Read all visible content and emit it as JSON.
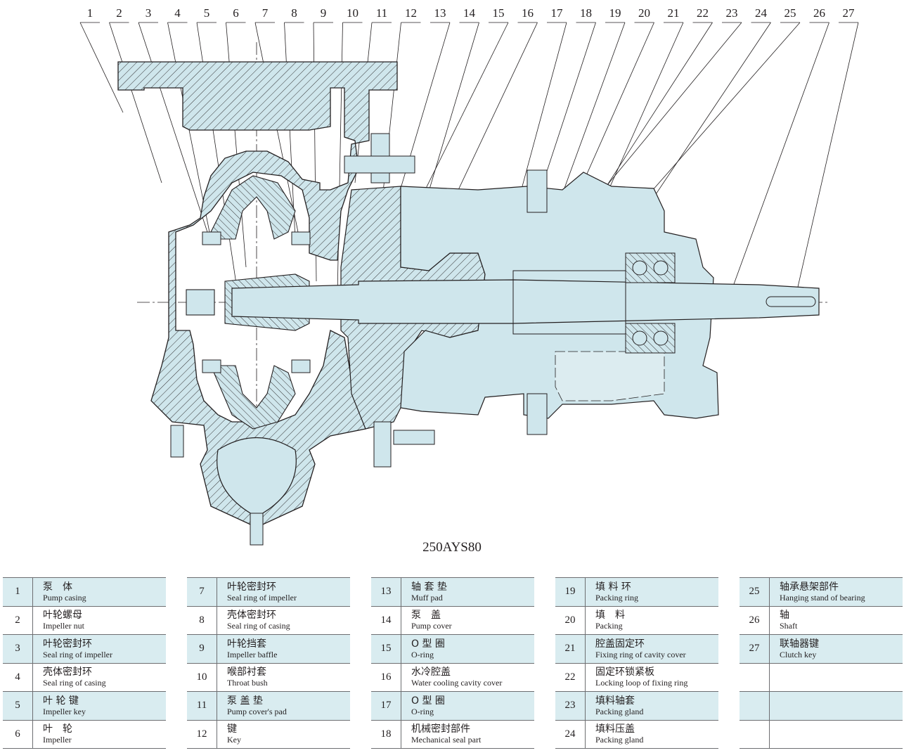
{
  "model": "250AYS80",
  "callouts": [
    "1",
    "2",
    "3",
    "4",
    "5",
    "6",
    "7",
    "8",
    "9",
    "10",
    "11",
    "12",
    "13",
    "14",
    "15",
    "16",
    "17",
    "18",
    "19",
    "20",
    "21",
    "22",
    "23",
    "24",
    "25",
    "26",
    "27"
  ],
  "parts": [
    {
      "no": "1",
      "zh": "泵　体",
      "en": "Pump casing"
    },
    {
      "no": "2",
      "zh": "叶轮螺母",
      "en": "Impeller nut"
    },
    {
      "no": "3",
      "zh": "叶轮密封环",
      "en": "Seal ring of impeller"
    },
    {
      "no": "4",
      "zh": "壳体密封环",
      "en": "Seal ring of casing"
    },
    {
      "no": "5",
      "zh": "叶 轮 键",
      "en": "Impeller key"
    },
    {
      "no": "6",
      "zh": "叶　轮",
      "en": "Impeller"
    },
    {
      "no": "7",
      "zh": "叶轮密封环",
      "en": "Seal ring of impeller"
    },
    {
      "no": "8",
      "zh": "壳体密封环",
      "en": "Seal ring of casing"
    },
    {
      "no": "9",
      "zh": "叶轮挡套",
      "en": "Impeller baffle"
    },
    {
      "no": "10",
      "zh": "喉部衬套",
      "en": "Throat bush"
    },
    {
      "no": "11",
      "zh": "泵 盖 垫",
      "en": "Pump cover's pad"
    },
    {
      "no": "12",
      "zh": "键",
      "en": "Key"
    },
    {
      "no": "13",
      "zh": "轴 套 垫",
      "en": "Muff pad"
    },
    {
      "no": "14",
      "zh": "泵　盖",
      "en": "Pump cover"
    },
    {
      "no": "15",
      "zh": "O 型 圈",
      "en": "O-ring"
    },
    {
      "no": "16",
      "zh": "水冷腔盖",
      "en": "Water cooling cavity cover"
    },
    {
      "no": "17",
      "zh": "O 型 圈",
      "en": "O-ring"
    },
    {
      "no": "18",
      "zh": "机械密封部件",
      "en": "Mechanical seal part"
    },
    {
      "no": "19",
      "zh": "填 料 环",
      "en": "Packing ring"
    },
    {
      "no": "20",
      "zh": "填　料",
      "en": "Packing"
    },
    {
      "no": "21",
      "zh": "腔盖固定环",
      "en": "Fixing ring of cavity cover"
    },
    {
      "no": "22",
      "zh": "固定环锁紧板",
      "en": "Locking loop of fixing ring"
    },
    {
      "no": "23",
      "zh": "填料轴套",
      "en": "Packing gland"
    },
    {
      "no": "24",
      "zh": "填料压盖",
      "en": "Packing gland"
    },
    {
      "no": "25",
      "zh": "轴承悬架部件",
      "en": "Hanging stand of bearing"
    },
    {
      "no": "26",
      "zh": "轴",
      "en": "Shaft"
    },
    {
      "no": "27",
      "zh": "联轴器键",
      "en": "Clutch key"
    },
    {
      "no": "",
      "zh": "",
      "en": ""
    },
    {
      "no": "",
      "zh": "",
      "en": ""
    },
    {
      "no": "",
      "zh": "",
      "en": ""
    }
  ],
  "colors": {
    "fill": "#cfe6ec",
    "line": "#231f20",
    "row_shade": "#d9ecf0"
  }
}
